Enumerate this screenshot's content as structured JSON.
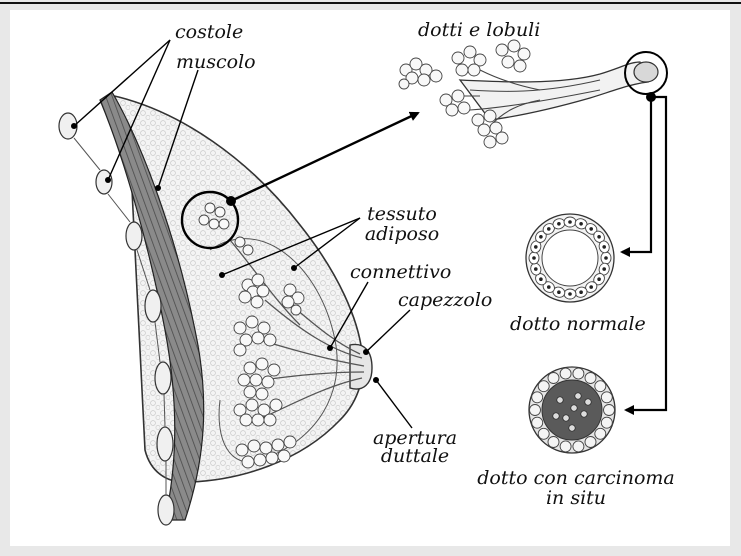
{
  "labels": {
    "costole": "costole",
    "muscolo": "muscolo",
    "dotti_e_lobuli": "dotti e lobuli",
    "tessuto_adiposo_line1": "tessuto",
    "tessuto_adiposo_line2": "adiposo",
    "connettivo": "connettivo",
    "capezzolo": "capezzolo",
    "apertura_duttale_line1": "apertura",
    "apertura_duttale_line2": "duttale",
    "dotto_normale": "dotto normale",
    "dotto_carcinoma_line1": "dotto con carcinoma",
    "dotto_carcinoma_line2": "in situ"
  }
}
